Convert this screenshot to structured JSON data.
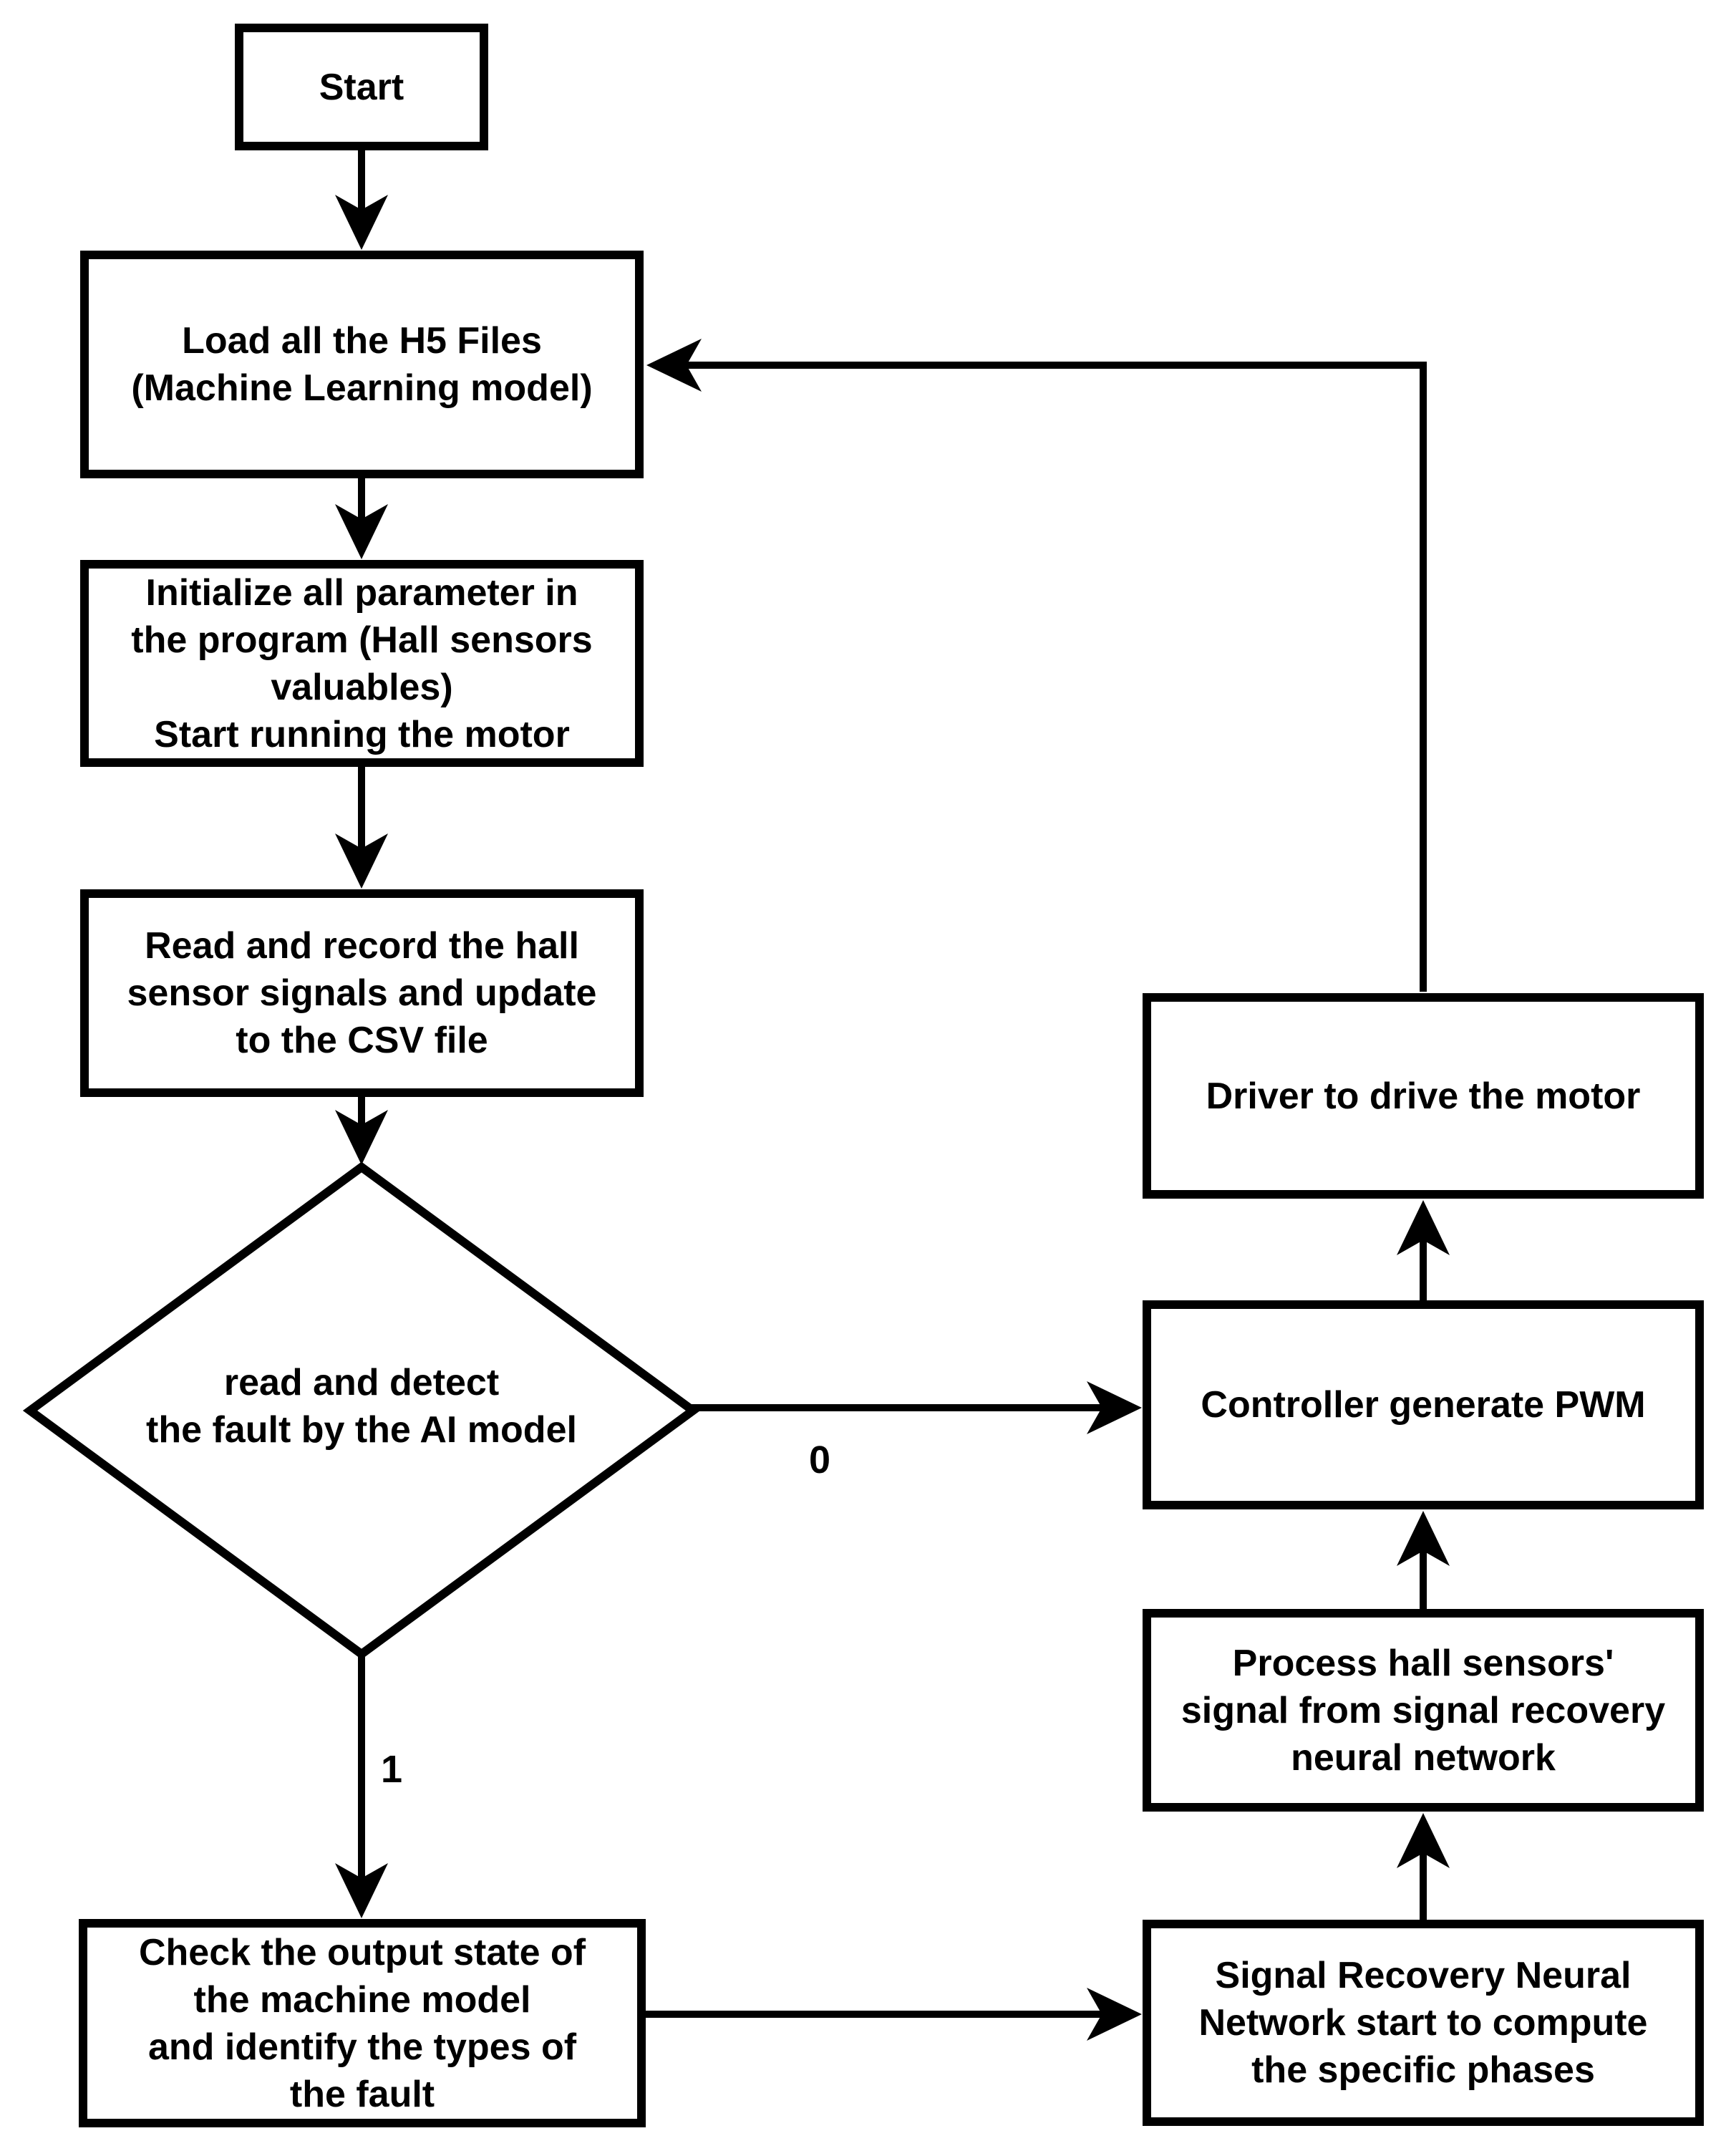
{
  "colors": {
    "background": "#ffffff",
    "stroke": "#000000",
    "text": "#000000"
  },
  "nodes": {
    "start": {
      "label": "Start"
    },
    "load": {
      "lines": [
        "Load all the H5 Files",
        "(Machine Learning model)"
      ]
    },
    "initialize": {
      "lines": [
        "Initialize all parameter in",
        "the program (Hall sensors",
        "valuables)",
        "Start running the motor"
      ]
    },
    "read_record": {
      "lines": [
        "Read and record the hall",
        "sensor signals and update",
        "to the CSV file"
      ]
    },
    "decision": {
      "lines": [
        "read and detect",
        "the fault by the AI model"
      ]
    },
    "check_output": {
      "lines": [
        "Check the output state of",
        "the machine model",
        "and identify the types of",
        "the fault"
      ]
    },
    "driver": {
      "label": "Driver to drive the motor"
    },
    "controller": {
      "label": "Controller generate PWM"
    },
    "process_signal": {
      "lines": [
        "Process hall sensors'",
        "signal from signal recovery",
        "neural network"
      ]
    },
    "signal_recovery": {
      "lines": [
        "Signal Recovery Neural",
        "Network start to compute",
        "the specific phases"
      ]
    }
  },
  "edge_labels": {
    "decision_false": "0",
    "decision_true": "1"
  }
}
